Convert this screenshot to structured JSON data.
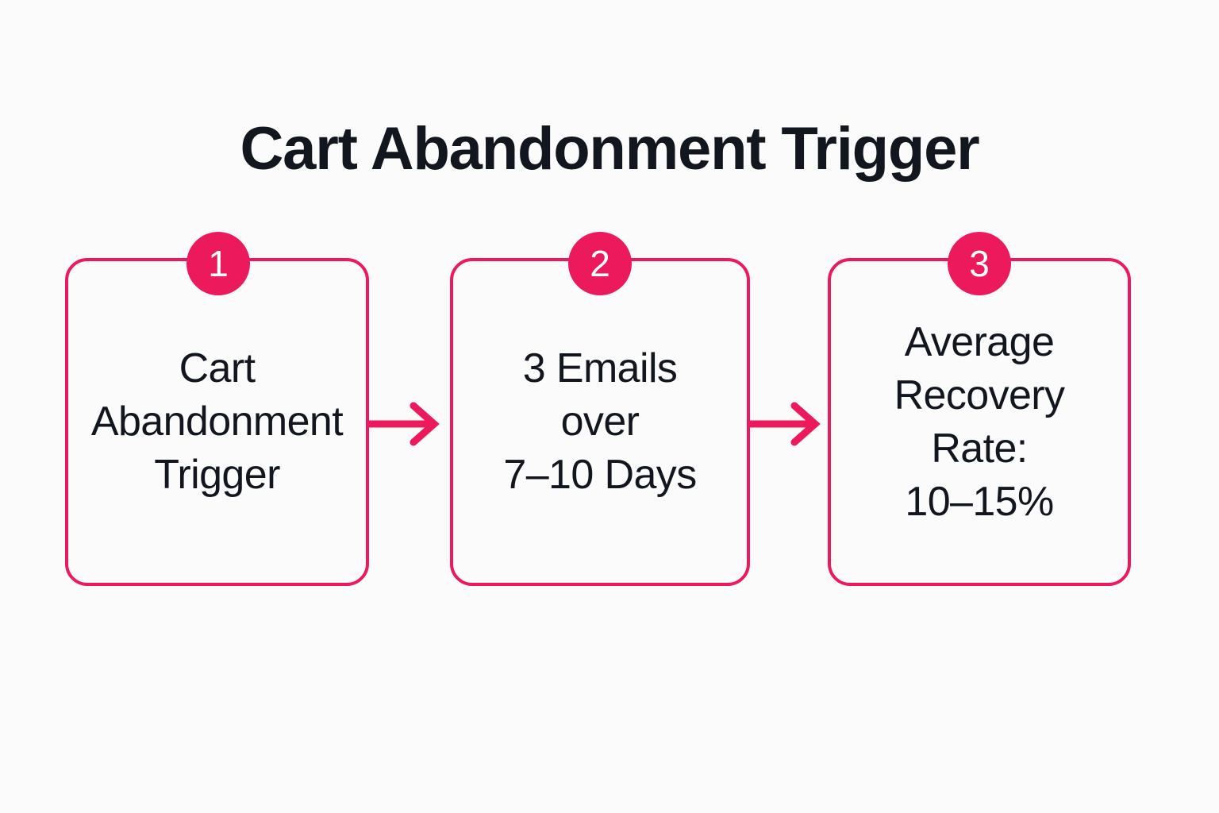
{
  "page": {
    "background_color": "#FCFBFB",
    "accent_color": "#EC1A5C",
    "text_color": "#12161F",
    "title": "Cart Abandonment Trigger"
  },
  "flow": {
    "steps": [
      {
        "number": "1",
        "label": "Cart\nAbandonment\nTrigger",
        "lines": [
          "Cart",
          "Abandonment",
          "Trigger"
        ]
      },
      {
        "number": "2",
        "label": "3 Emails\nover\n7–10 Days",
        "lines": [
          "3 Emails",
          "over",
          "7–10 Days"
        ]
      },
      {
        "number": "3",
        "label": "Average\nRecovery\nRate:\n10–15%",
        "lines": [
          "Average",
          "Recovery",
          "Rate:",
          "10–15%"
        ]
      }
    ],
    "connectors": [
      {
        "from": "1",
        "to": "2",
        "icon": "arrow-right-icon"
      },
      {
        "from": "2",
        "to": "3",
        "icon": "arrow-right-icon"
      }
    ]
  }
}
